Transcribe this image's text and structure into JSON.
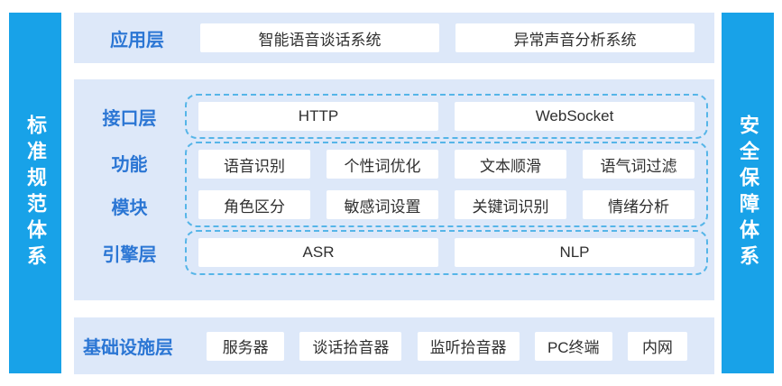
{
  "colors": {
    "sidebar_blue": "#18a2e8",
    "panel_light_blue": "#dde8f9",
    "label_blue": "#2b76d4",
    "dashed_border_blue": "#56b5e8",
    "box_white": "#ffffff",
    "box_text": "#2f2f2f"
  },
  "left_sidebar": {
    "label": "标准规范体系"
  },
  "right_sidebar": {
    "label": "安全保障体系"
  },
  "application_layer": {
    "label": "应用层",
    "items": [
      "智能语音谈话系统",
      "异常声音分析系统"
    ]
  },
  "interface_layer": {
    "label": "接口层",
    "items": [
      "HTTP",
      "WebSocket"
    ]
  },
  "function_module": {
    "label_line1": "功能",
    "label_line2": "模块",
    "rows": [
      [
        "语音识别",
        "个性词优化",
        "文本顺滑",
        "语气词过滤"
      ],
      [
        "角色区分",
        "敏感词设置",
        "关键词识别",
        "情绪分析"
      ]
    ]
  },
  "engine_layer": {
    "label": "引擎层",
    "items": [
      "ASR",
      "NLP"
    ]
  },
  "infrastructure_layer": {
    "label": "基础设施层",
    "items": [
      "服务器",
      "谈话拾音器",
      "监听拾音器",
      "PC终端",
      "内网"
    ]
  }
}
